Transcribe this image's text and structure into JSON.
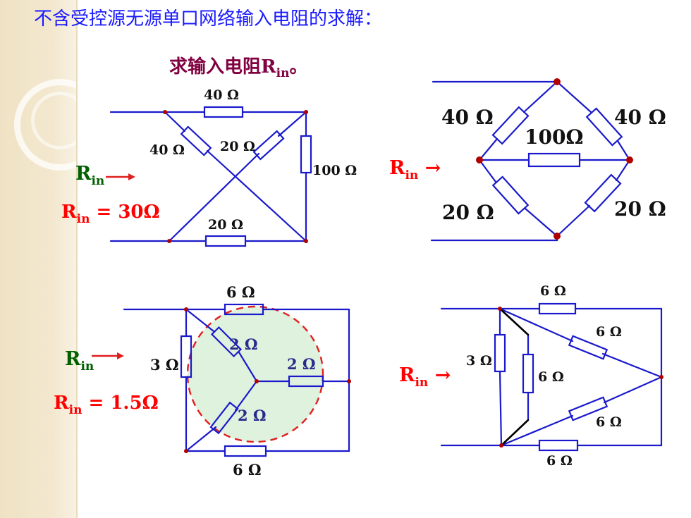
{
  "title": "不含受控源无源单口网络输入电阻的求解：",
  "subtitle": {
    "text": "求输入电阻R",
    "sub": "in",
    "suffix": "。"
  },
  "rin": {
    "main": "R",
    "sub": "in"
  },
  "arrow": "→",
  "circuit_tl": {
    "r_top": "40 Ω",
    "r_diag_left": "40 Ω",
    "r_diag_right": "20 Ω",
    "r_right": "100 Ω",
    "r_bottom": "20 Ω",
    "result_eq": "= 30Ω"
  },
  "circuit_tr": {
    "r_ul": "40 Ω",
    "r_ur": "40 Ω",
    "r_mid": "100Ω",
    "r_ll": "20 Ω",
    "r_lr": "20 Ω"
  },
  "circuit_bl": {
    "r_top": "6 Ω",
    "r_left": "3 Ω",
    "r_star1": "2 Ω",
    "r_star2": "2 Ω",
    "r_star3": "2 Ω",
    "r_bottom": "6 Ω",
    "result_eq": "= 1.5Ω"
  },
  "circuit_br": {
    "r_top": "6 Ω",
    "r_left": "3 Ω",
    "r_mid": "6 Ω",
    "r_diag_top": "6 Ω",
    "r_diag_bottom": "6 Ω",
    "r_bottom": "6 Ω"
  },
  "colors": {
    "wire": "#1a1acc",
    "node": "#b00000",
    "title": "#1a1aff",
    "subtitle": "#800040",
    "rin_green": "#006000",
    "rin_red": "#ff0000",
    "circle_fill": "#dff2de"
  }
}
